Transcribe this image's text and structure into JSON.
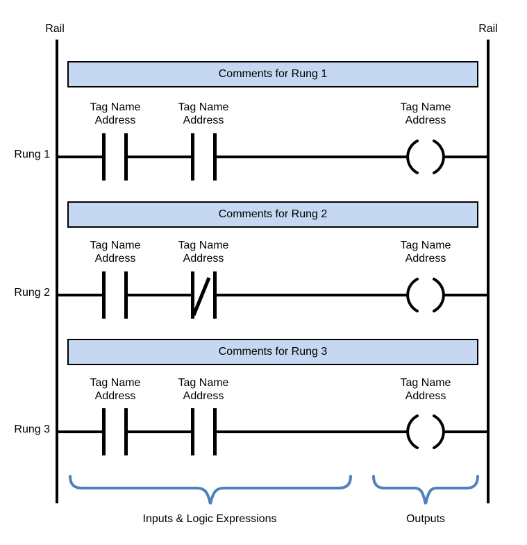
{
  "diagram": {
    "rail_left_label": "Rail",
    "rail_right_label": "Rail",
    "rungs": [
      {
        "label": "Rung 1",
        "comment": "Comments for Rung 1",
        "contacts": [
          {
            "tag": "Tag Name",
            "address": "Address",
            "type": "normally-open"
          },
          {
            "tag": "Tag Name",
            "address": "Address",
            "type": "normally-open"
          }
        ],
        "output": {
          "tag": "Tag Name",
          "address": "Address",
          "type": "coil"
        }
      },
      {
        "label": "Rung 2",
        "comment": "Comments for Rung 2",
        "contacts": [
          {
            "tag": "Tag Name",
            "address": "Address",
            "type": "normally-open"
          },
          {
            "tag": "Tag Name",
            "address": "Address",
            "type": "normally-closed"
          }
        ],
        "output": {
          "tag": "Tag Name",
          "address": "Address",
          "type": "coil"
        }
      },
      {
        "label": "Rung 3",
        "comment": "Comments for Rung 3",
        "contacts": [
          {
            "tag": "Tag Name",
            "address": "Address",
            "type": "normally-open"
          },
          {
            "tag": "Tag Name",
            "address": "Address",
            "type": "normally-open"
          }
        ],
        "output": {
          "tag": "Tag Name",
          "address": "Address",
          "type": "coil"
        }
      }
    ],
    "annotations": {
      "inputs": "Inputs & Logic Expressions",
      "outputs": "Outputs"
    },
    "colors": {
      "comment_fill": "#c6d8f1",
      "comment_border": "#000000",
      "brace_blue": "#4f81bd",
      "line_black": "#000000"
    }
  }
}
